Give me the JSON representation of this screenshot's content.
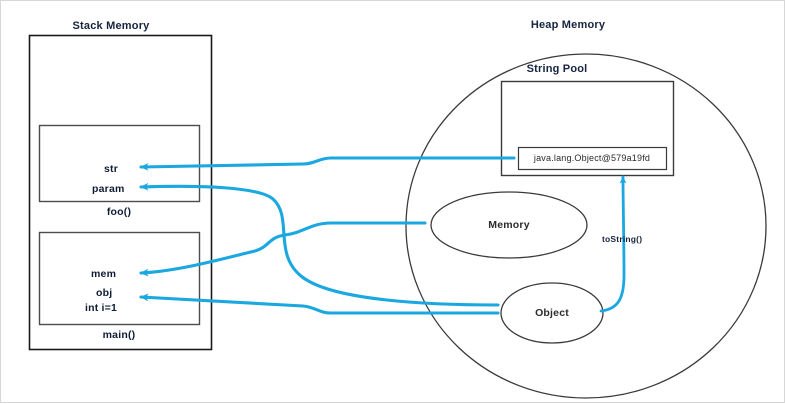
{
  "diagram": {
    "type": "java-memory-model",
    "accent_color": "#1BA7DF",
    "text_color": "#16243f",
    "outline_color": "#3a3a3a",
    "stack": {
      "title": "Stack Memory",
      "frames": [
        {
          "name": "foo()",
          "variables": [
            "str",
            "param"
          ]
        },
        {
          "name": "main()",
          "variables": [
            "mem",
            "obj",
            "int i=1"
          ]
        }
      ]
    },
    "heap": {
      "title": "Heap Memory",
      "string_pool": {
        "title": "String Pool",
        "entries": [
          "java.lang.Object@579a19fd"
        ]
      },
      "objects": [
        {
          "label": "Memory"
        },
        {
          "label": "Object"
        }
      ]
    },
    "edges": [
      {
        "from": "str",
        "to": "java.lang.Object@579a19fd"
      },
      {
        "from": "param",
        "to": "Object"
      },
      {
        "from": "mem",
        "to": "Memory"
      },
      {
        "from": "obj",
        "to": "Object"
      },
      {
        "from": "Object",
        "to": "java.lang.Object@579a19fd",
        "label": "toString()"
      }
    ]
  }
}
